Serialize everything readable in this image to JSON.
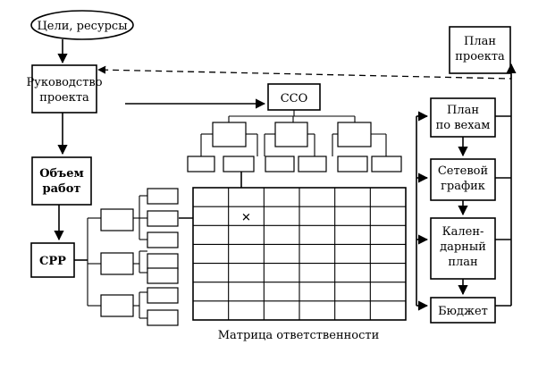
{
  "nodes": {
    "goals": "Цели, ресурсы",
    "management": [
      "Руководство",
      "проекта"
    ],
    "scope": [
      "Объем",
      "работ"
    ],
    "wbs": "СРР",
    "obs": "ССО",
    "project_plan": [
      "План",
      "проекта"
    ],
    "milestone_plan": [
      "План",
      "по вехам"
    ],
    "network": [
      "Сетевой",
      "график"
    ],
    "calendar": [
      "Кален-",
      "дарный",
      "план"
    ],
    "budget": "Бюджет"
  },
  "matrix": {
    "label": "Матрица ответственности",
    "rows": 7,
    "cols": 6,
    "marked_cell": [
      1,
      1
    ],
    "mark_symbol": "✕"
  },
  "colors": {
    "line": "#000000",
    "background": "#ffffff"
  }
}
